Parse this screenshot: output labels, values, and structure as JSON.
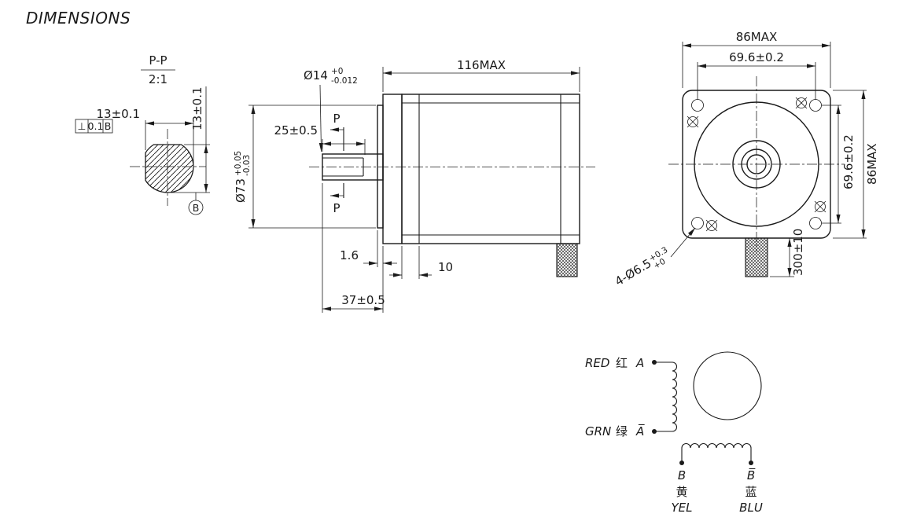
{
  "title": "DIMENSIONS",
  "colors": {
    "line": "#1a1a1a",
    "background": "#ffffff"
  },
  "section_view": {
    "label": "P-P",
    "scale": "2:1",
    "flatness": {
      "symbol": "⊥",
      "tolerance": "0.1",
      "datum": "B"
    },
    "dim_across_flats_h": "13±0.1",
    "dim_across_flats_v": "13±0.1",
    "datum_label": "B"
  },
  "side_view": {
    "dim_length": "116MAX",
    "shaft_dia": {
      "main": "Ø14",
      "upper": "+0",
      "lower": "-0.012"
    },
    "dim_flat_length": "25±0.5",
    "pilot_dia": {
      "main": "Ø73",
      "upper": "+0.05",
      "lower": "-0.03"
    },
    "section_mark": "P",
    "dim_pilot_depth": "1.6",
    "dim_front_bell": "10",
    "dim_shaft_length": "37±0.5"
  },
  "front_view": {
    "dim_width": "86MAX",
    "dim_hole_spacing_h": "69.6±0.2",
    "dim_hole_spacing_v": "69.6±0.2",
    "dim_height": "86MAX",
    "mounting_holes": {
      "main": "4-Ø6.5",
      "upper": "+0.3",
      "lower": "+0"
    },
    "dim_cable_length": "300±10"
  },
  "wiring": {
    "phase_a": {
      "color": "RED",
      "cjk": "红",
      "label": "A"
    },
    "phase_a_bar": {
      "color": "GRN",
      "cjk": "绿",
      "label": "A̅"
    },
    "phase_b": {
      "label": "B",
      "cjk": "黄",
      "color": "YEL"
    },
    "phase_b_bar": {
      "label": "B̅",
      "cjk": "蓝",
      "color": "BLU"
    }
  }
}
